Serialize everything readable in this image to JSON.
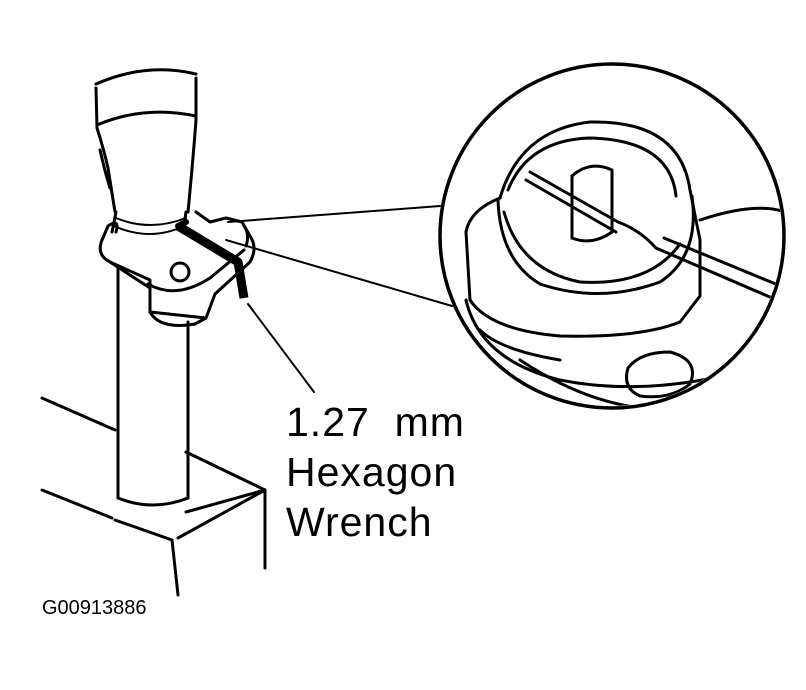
{
  "callout": {
    "size": "1.27  mm",
    "type": "Hexagon",
    "tool": "Wrench"
  },
  "figure_id": "G00913886",
  "colors": {
    "ink": "#000000",
    "paper": "#ffffff"
  }
}
